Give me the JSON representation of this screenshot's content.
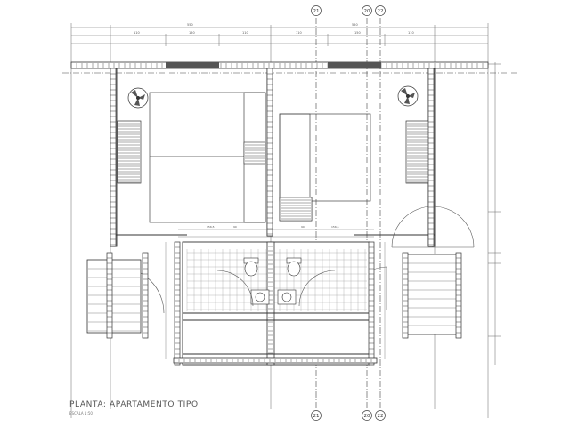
{
  "drawing": {
    "title": "PLANTA: APARTAMENTO TIPO",
    "scale_note": "ESCALA 1:50"
  },
  "grid_axes": {
    "top": [
      "21",
      "20",
      "22"
    ],
    "bottom": [
      "21",
      "20",
      "22"
    ]
  },
  "colors": {
    "line": "#3a3a3a",
    "light": "#8a8a8a",
    "hatch": "#5a5a5a"
  },
  "icons": [
    "ceiling-fan-icon",
    "toilet-icon",
    "sink-icon",
    "door-swing-icon"
  ]
}
